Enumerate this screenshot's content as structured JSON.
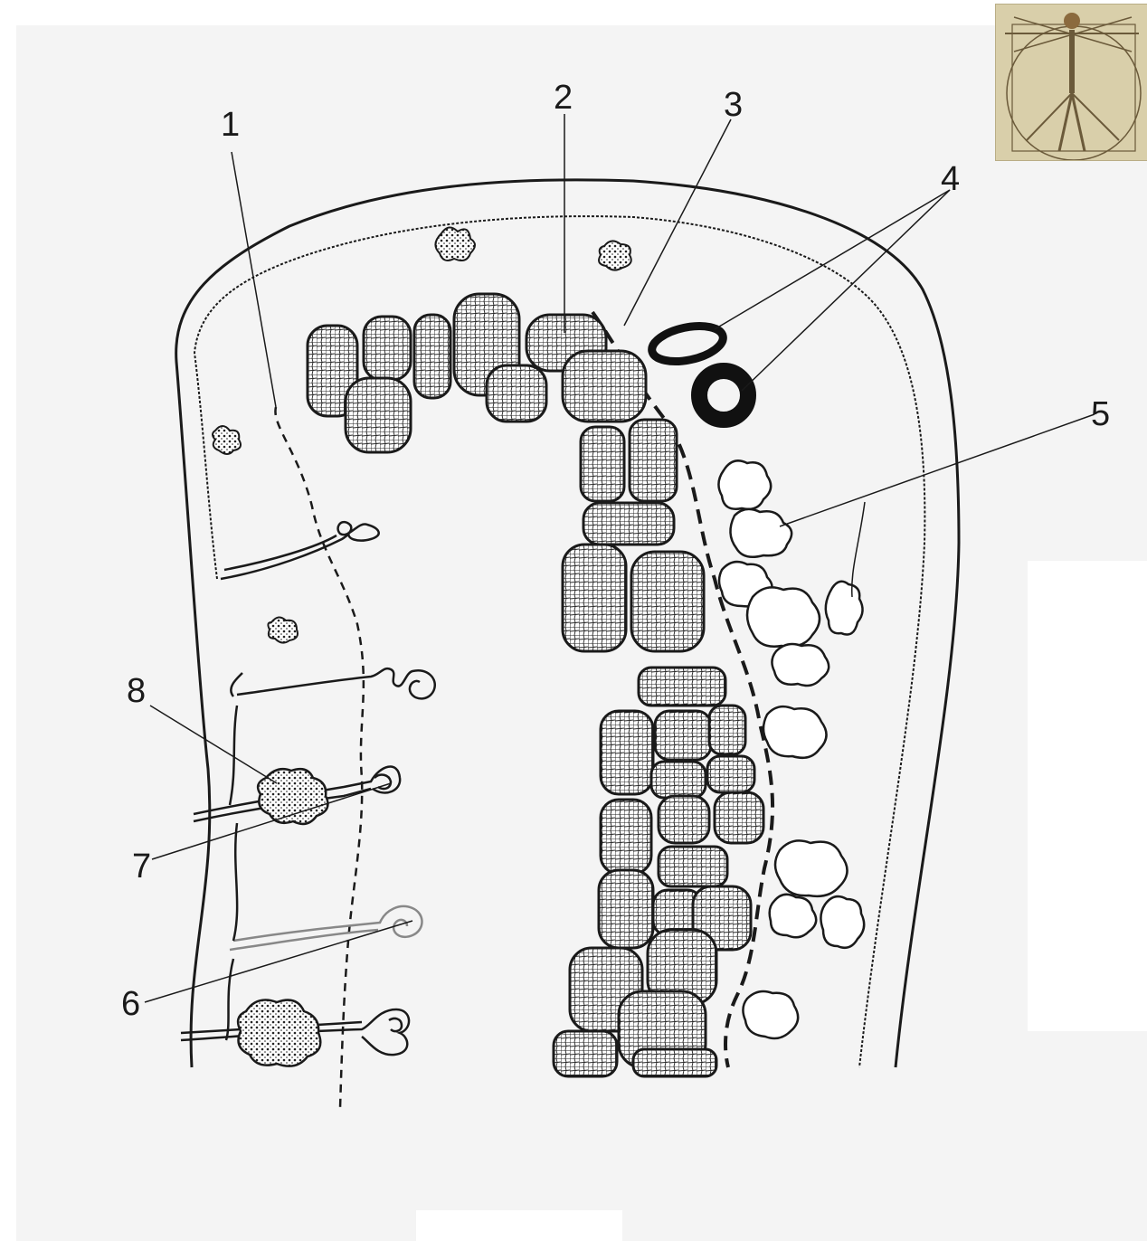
{
  "labels": [
    {
      "id": "1",
      "text": "1"
    },
    {
      "id": "2",
      "text": "2"
    },
    {
      "id": "3",
      "text": "3"
    },
    {
      "id": "4",
      "text": "4"
    },
    {
      "id": "5",
      "text": "5"
    },
    {
      "id": "6",
      "text": "6"
    },
    {
      "id": "7",
      "text": "7"
    },
    {
      "id": "8",
      "text": "8"
    }
  ],
  "colors": {
    "ink": "#1a1a1a",
    "paper": "#f4f4f4",
    "thumbnail": "#d9cfaa"
  },
  "icons": {
    "thumbnail": "vitruvian-man-thumbnail"
  }
}
